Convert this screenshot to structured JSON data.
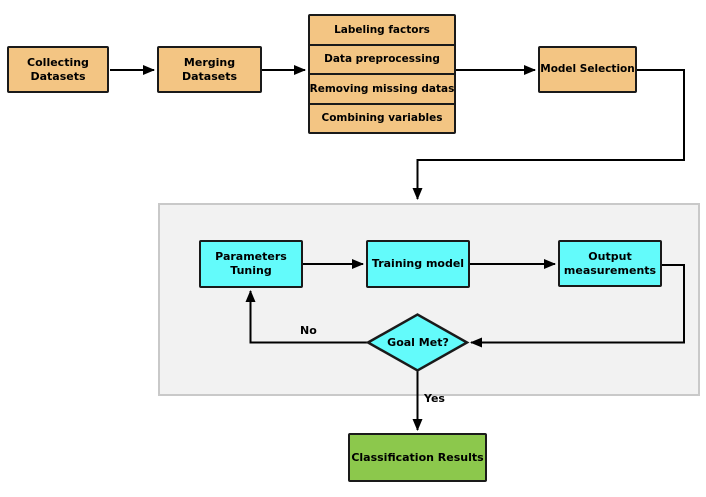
{
  "diagram": {
    "stage_nodes": {
      "collecting": "Collecting Datasets",
      "merging": "Merging Datasets",
      "model_selection": "Model Selection"
    },
    "preprocessing_stack": [
      "Labeling factors",
      "Data preprocessing",
      "Removing missing datas",
      "Combining variables"
    ],
    "loop_nodes": {
      "parameters_tuning": "Parameters Tuning",
      "training_model": "Training model",
      "output_measurements": "Output measurements",
      "goal_met": "Goal Met?"
    },
    "result_node": "Classification Results",
    "edge_labels": {
      "no": "No",
      "yes": "Yes"
    },
    "colors": {
      "stage_fill": "#F3C583",
      "loop_fill": "#63FBFB",
      "result_fill": "#8CC84C",
      "panel_fill": "#F2F2F2",
      "panel_border": "#C9C9C9",
      "node_border": "#1A1A1A",
      "arrow": "#000000"
    }
  }
}
